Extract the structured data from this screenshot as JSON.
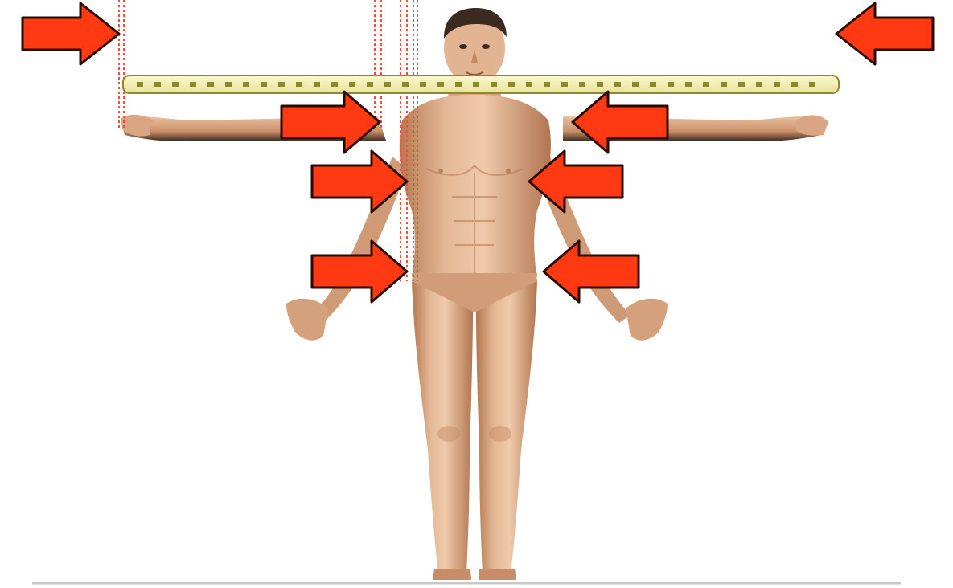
{
  "figure": {
    "subject": "human-figure-arms-outstretched",
    "colors": {
      "background": "#ffffff",
      "arrow_fill": "#ff3a12",
      "arrow_stroke": "#2a0a00",
      "guide_line": "#ff4a3a",
      "ruler_fill": "#f6f2b4",
      "ruler_stroke": "#8c8a2c",
      "ruler_ticks": "#8a8a2a",
      "skin_light": "#ebc4a4",
      "skin_mid": "#d9a582",
      "skin_dark": "#b5784f",
      "hair": "#3a2a20",
      "ground_line": "#c8c8c8"
    },
    "arrows": [
      {
        "name": "arrow-far-left",
        "direction": "right"
      },
      {
        "name": "arrow-far-right",
        "direction": "left"
      },
      {
        "name": "arrow-shoulder-left",
        "direction": "right"
      },
      {
        "name": "arrow-shoulder-right",
        "direction": "left"
      },
      {
        "name": "arrow-chest-left",
        "direction": "right"
      },
      {
        "name": "arrow-chest-right",
        "direction": "left"
      },
      {
        "name": "arrow-hip-left",
        "direction": "right"
      },
      {
        "name": "arrow-hip-right",
        "direction": "left"
      }
    ],
    "ruler": {
      "name": "measuring-ruler",
      "style": "dashed-tick"
    },
    "guide_lines": [
      "guide-line-fingertip",
      "guide-line-shoulder-a",
      "guide-line-shoulder-b",
      "guide-line-body"
    ]
  }
}
